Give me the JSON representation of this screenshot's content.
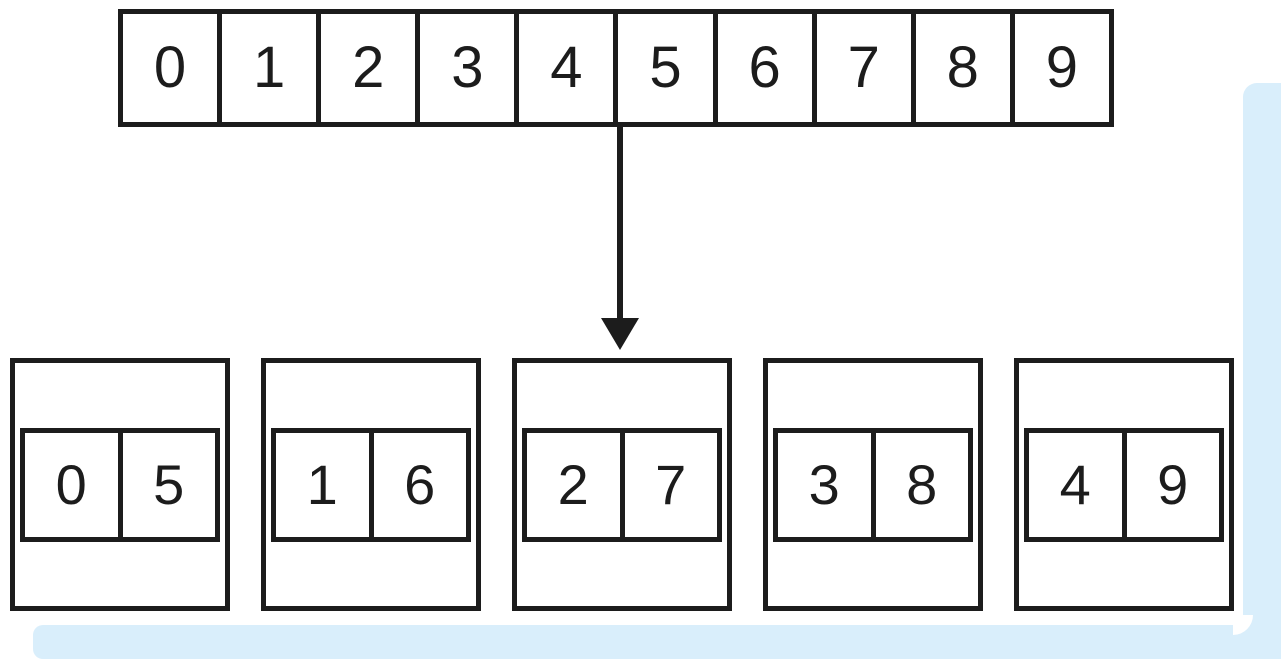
{
  "source_array": {
    "cells": [
      "0",
      "1",
      "2",
      "3",
      "4",
      "5",
      "6",
      "7",
      "8",
      "9"
    ]
  },
  "partitions": [
    {
      "values": [
        "0",
        "5"
      ]
    },
    {
      "values": [
        "1",
        "6"
      ]
    },
    {
      "values": [
        "2",
        "7"
      ]
    },
    {
      "values": [
        "3",
        "8"
      ]
    },
    {
      "values": [
        "4",
        "9"
      ]
    }
  ],
  "icons": {
    "arrow": "arrow-down"
  },
  "colors": {
    "line": "#1c1c1c",
    "frame_blue": "#d9eefb",
    "background": "#ffffff"
  }
}
